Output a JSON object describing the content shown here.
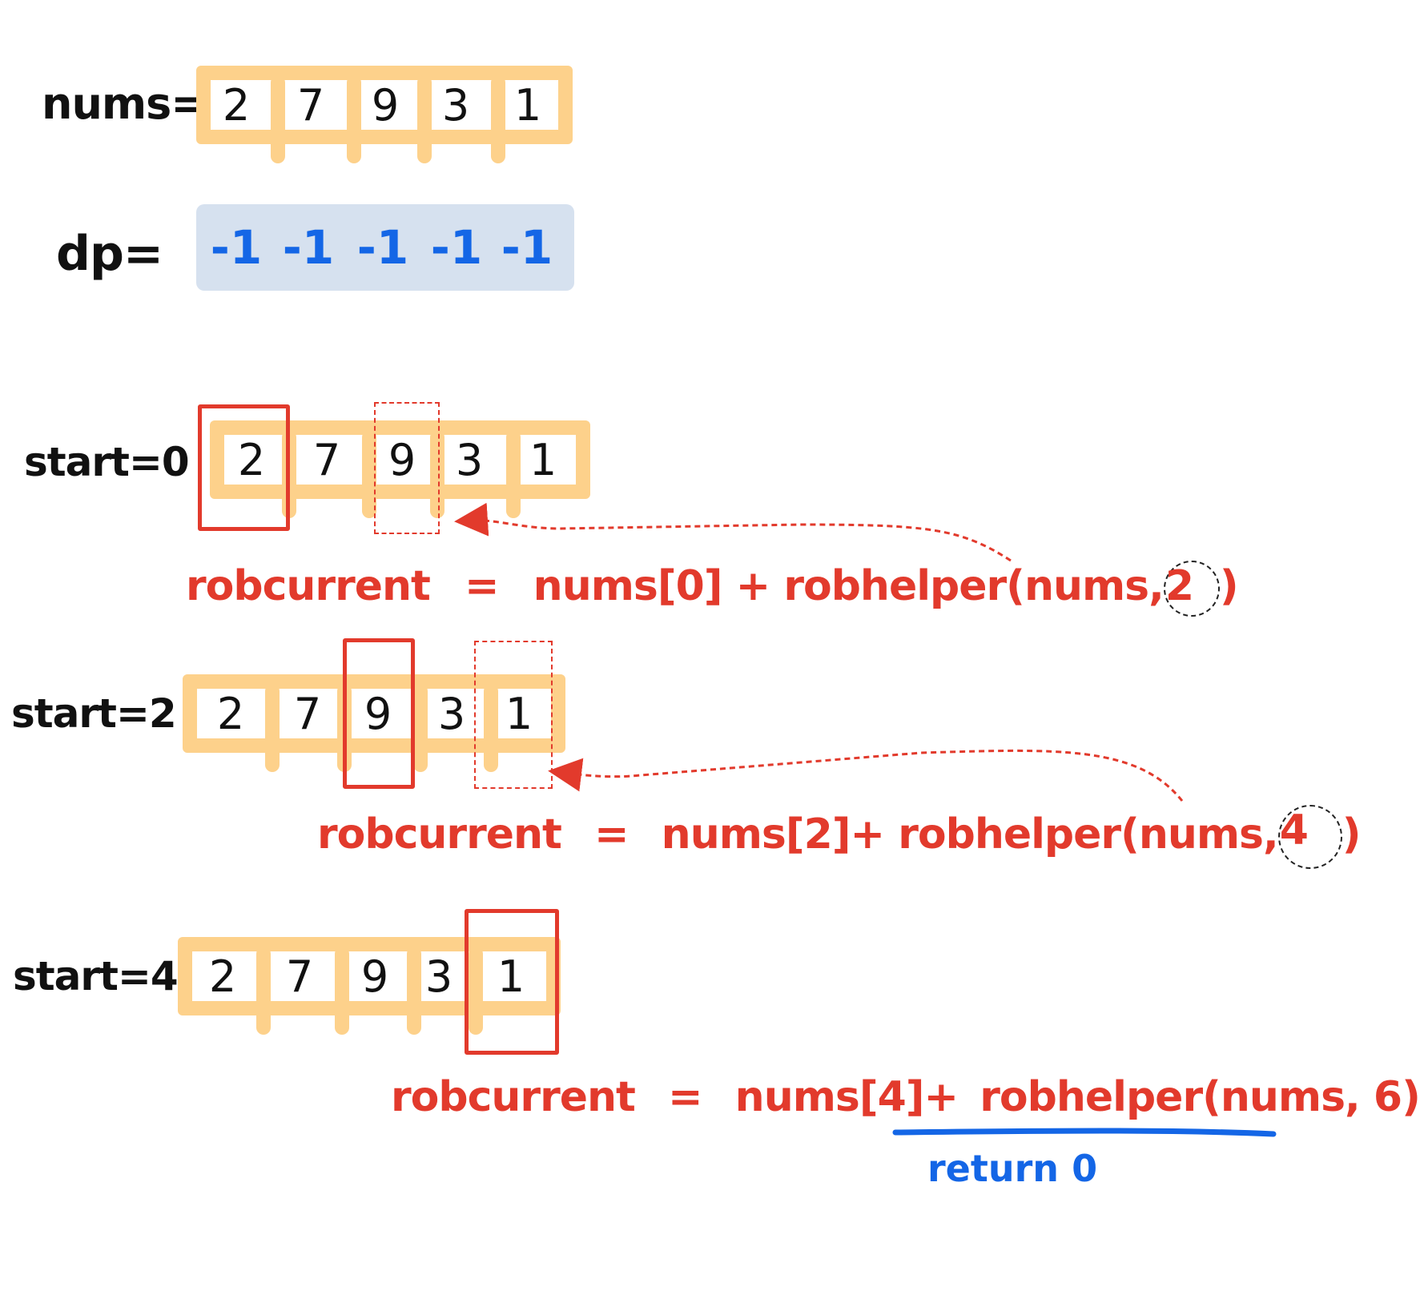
{
  "nums_label": "nums=",
  "dp_label": "dp=",
  "nums": [
    "2",
    "7",
    "9",
    "3",
    "1"
  ],
  "dp": [
    "-1",
    "-1",
    "-1",
    "-1",
    "-1"
  ],
  "steps": [
    {
      "label": "start=0",
      "formula_lhs": "robcurrent",
      "formula_eq": "=",
      "formula_rhs": "nums[0] + robhelper(nums,",
      "arg": "2",
      "close": ")"
    },
    {
      "label": "start=2",
      "formula_lhs": "robcurrent",
      "formula_eq": "=",
      "formula_rhs": "nums[2]+ robhelper(nums,",
      "arg": "4",
      "close": ")"
    },
    {
      "label": "start=4",
      "formula_lhs": "robcurrent",
      "formula_eq": "=",
      "formula_rhs_a": "nums[4]+",
      "formula_rhs_b": "robhelper(nums, 6)",
      "note": "return 0"
    }
  ],
  "colors": {
    "array_fill": "#fdd18b",
    "dp_fill": "#d6e1ef",
    "highlight": "#e23a2c",
    "blue": "#1466e6"
  }
}
